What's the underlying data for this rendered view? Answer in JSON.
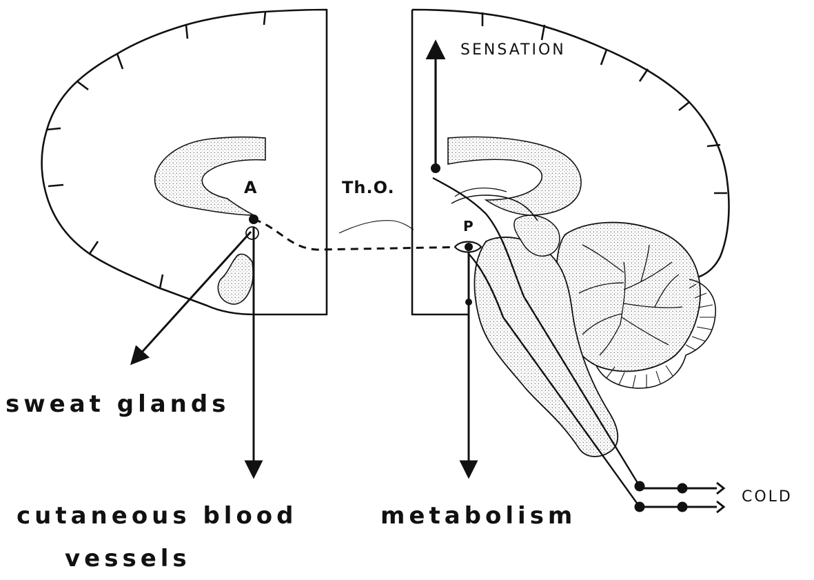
{
  "labels": {
    "sensation": "SENSATION",
    "node_a": "A",
    "thermode": "Th.O.",
    "node_p": "P",
    "sweat_glands": "sweat glands",
    "cutaneous_line1": "cutaneous blood",
    "cutaneous_line2": "vessels",
    "metabolism": "metabolism",
    "cold": "COLD"
  },
  "colors": {
    "ink": "#111111",
    "stipple": "#8a8a8a",
    "background": "#ffffff"
  }
}
